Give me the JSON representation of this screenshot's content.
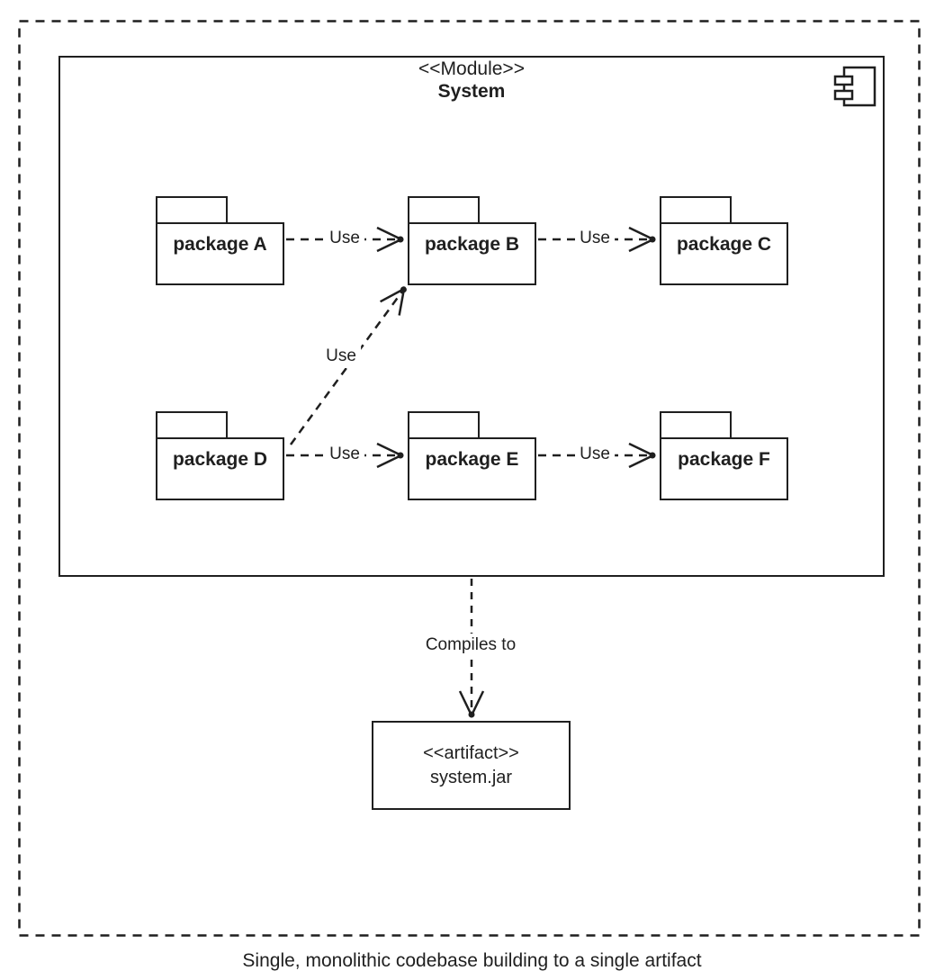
{
  "diagram": {
    "module": {
      "stereotype": "<<Module>>",
      "name": "System"
    },
    "packages": [
      {
        "id": "A",
        "label": "package A"
      },
      {
        "id": "B",
        "label": "package B"
      },
      {
        "id": "C",
        "label": "package C"
      },
      {
        "id": "D",
        "label": "package D"
      },
      {
        "id": "E",
        "label": "package E"
      },
      {
        "id": "F",
        "label": "package F"
      }
    ],
    "edges": [
      {
        "from": "package A",
        "to": "package B",
        "label": "Use",
        "style": "dashed-open-arrow"
      },
      {
        "from": "package B",
        "to": "package C",
        "label": "Use",
        "style": "dashed-open-arrow"
      },
      {
        "from": "package D",
        "to": "package B",
        "label": "Use",
        "style": "dashed-open-arrow"
      },
      {
        "from": "package D",
        "to": "package E",
        "label": "Use",
        "style": "dashed-open-arrow"
      },
      {
        "from": "package E",
        "to": "package F",
        "label": "Use",
        "style": "dashed-open-arrow"
      },
      {
        "from": "System",
        "to": "system.jar",
        "label": "Compiles to",
        "style": "dashed-open-arrow"
      }
    ],
    "artifact": {
      "stereotype": "<<artifact>>",
      "name": "system.jar"
    },
    "caption": "Single, monolithic codebase building to a single artifact",
    "icons": {
      "component_icon": "uml-component"
    },
    "colors": {
      "stroke": "#1f1f1f",
      "background": "#ffffff"
    }
  }
}
